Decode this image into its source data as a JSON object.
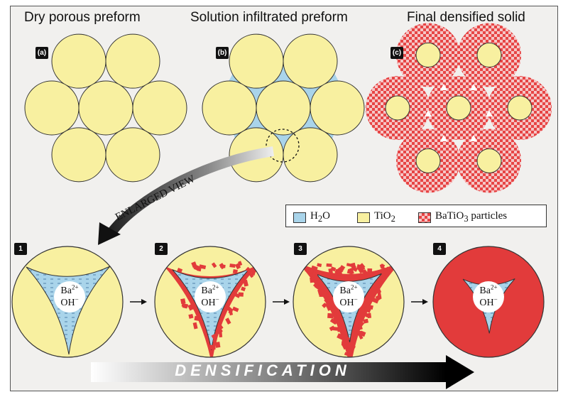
{
  "titles": {
    "a": "Dry porous preform",
    "b": "Solution infiltrated preform",
    "c": "Final densified solid"
  },
  "panel_labels": {
    "a": "(a)",
    "b": "(b)",
    "c": "(c)"
  },
  "step_labels": [
    "1",
    "2",
    "3",
    "4"
  ],
  "enlarged_view": "ENLARGED VIEW",
  "legend": {
    "h2o": {
      "text": "H",
      "sub": "2",
      "after": "O"
    },
    "tio2": {
      "text": "TiO",
      "sub": "2",
      "after": ""
    },
    "batio3": {
      "text": "BaTiO",
      "sub": "3",
      "after": " particles"
    }
  },
  "ion": {
    "ba": "Ba",
    "ba_charge": "2+",
    "oh": "OH",
    "oh_charge": "−"
  },
  "densification": "DENSIFICATION",
  "colors": {
    "tio2": "#f8f0a0",
    "h2o": "#a9d4ea",
    "batio3": "#e23b3b",
    "outline": "#333333"
  }
}
